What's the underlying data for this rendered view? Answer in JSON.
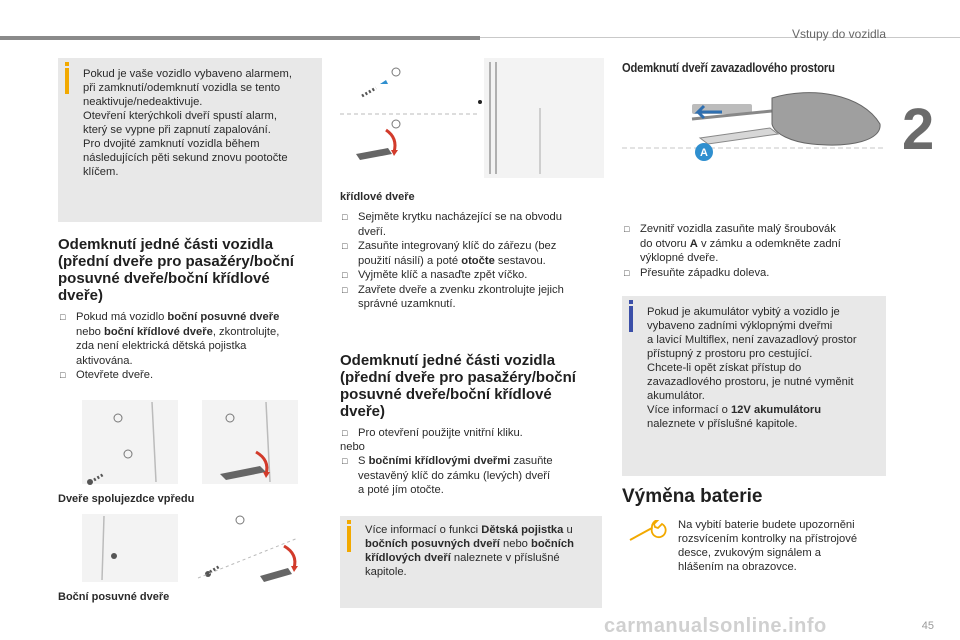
{
  "header": {
    "section_title": "Vstupy do vozidla",
    "chapter_number": "2",
    "page_number": "45"
  },
  "colors": {
    "accent": "#f2a900",
    "info_bar": "#3b4fa8",
    "box_bg": "#e8e8e8"
  },
  "info_alarm": {
    "icon": "info-icon",
    "text": "Pokud je vaše vozidlo vybaveno alarmem,\npři zamknutí/odemknutí vozidla se tento\nneaktivuje/nedeaktivuje.\nOtevření kterýchkoli dveří spustí alarm,\nkterý se vypne při zapnutí zapalování.\nPro dvojité zamknutí vozidla během\nnásledujících pěti sekund znovu pootočte\nklíčem."
  },
  "left_section": {
    "title": "Odemknutí jedné části vozidla\n(přední dveře pro pasažéry/boční\nposuvné dveře/boční křídlové\ndveře)",
    "bullets": [
      {
        "pre": "Pokud má vozidlo ",
        "bold1": "boční posuvné dveře",
        "mid": "\nnebo ",
        "bold2": "boční křídlové dveře",
        "post": ", zkontrolujte,\nzda není elektrická dětská pojistka\naktivována."
      },
      {
        "pre": "Otevřete dveře.",
        "bold1": "",
        "mid": "",
        "bold2": "",
        "post": ""
      }
    ],
    "caption_front": "Dveře spolujezdce vpředu",
    "caption_sliding": "Boční posuvné dveře"
  },
  "middle_section": {
    "caption_wing": "křídlové dveře",
    "wing_bullets": [
      "Sejměte krytku nacházející se na obvodu\ndveří.",
      "Zasuňte integrovaný klíč do zářezu (bez\npoužití násilí) a poté ",
      "Vyjměte klíč a nasaďte zpět víčko.",
      "Zavřete dveře a zvenku zkontrolujte jejich\nsprávné uzamknutí."
    ],
    "wing_bullet2_bold": "otočte",
    "wing_bullet2_post": " sestavou.",
    "title": "Odemknutí jedné části vozidla\n(přední dveře pro pasažéry/boční\nposuvné dveře/boční křídlové\ndveře)",
    "bullet_open": "Pro otevření použijte vnitřní kliku.",
    "or_text": "nebo",
    "bullet_wing_pre": "S ",
    "bullet_wing_bold": "bočními křídlovými dveřmi",
    "bullet_wing_post": " zasuňte\nvestavěný klíč do zámku (levých) dveří\na poté jím otočte.",
    "info": {
      "pre": "Více informací o funkci ",
      "bold1": "Dětská pojistka",
      "mid1": " u\n",
      "bold2": "bočních posuvných dveří",
      "mid2": " nebo ",
      "bold3": "bočních\nkřídlových dveří",
      "post": " naleznete v příslušné\nkapitole."
    }
  },
  "right_section": {
    "title": "Odemknutí dveří zavazadlového prostoru",
    "figure_label": "A",
    "bullet1_pre": "Zevnitř vozidla zasuňte malý šroubovák\ndo otvoru ",
    "bullet1_bold": "A",
    "bullet1_post": " v zámku a odemkněte zadní\nvýklopné dveře.",
    "bullet2": "Přesuňte západku doleva.",
    "info": {
      "pre": "Pokud je akumulátor vybitý a vozidlo je\nvybaveno zadními výklopnými dveřmi\na lavicí Multiflex, není zavazadlový prostor\npřístupný z prostoru pro cestující.\nChcete-li opět získat přístup do\nzavazadlového prostoru, je nutné vyměnit\nakumulátor.\nVíce informací o ",
      "bold": "12V akumulátoru",
      "post": "\nnaleznete v příslušné kapitole."
    },
    "battery_title": "Výměna baterie",
    "battery_icon": "wrench-icon",
    "battery_text": "Na vybití baterie budete upozorněni\nrozsvícením kontrolky na přístrojové\ndesce, zvukovým signálem a\nhlášením na obrazovce."
  },
  "watermark": "carmanualsonline.info"
}
